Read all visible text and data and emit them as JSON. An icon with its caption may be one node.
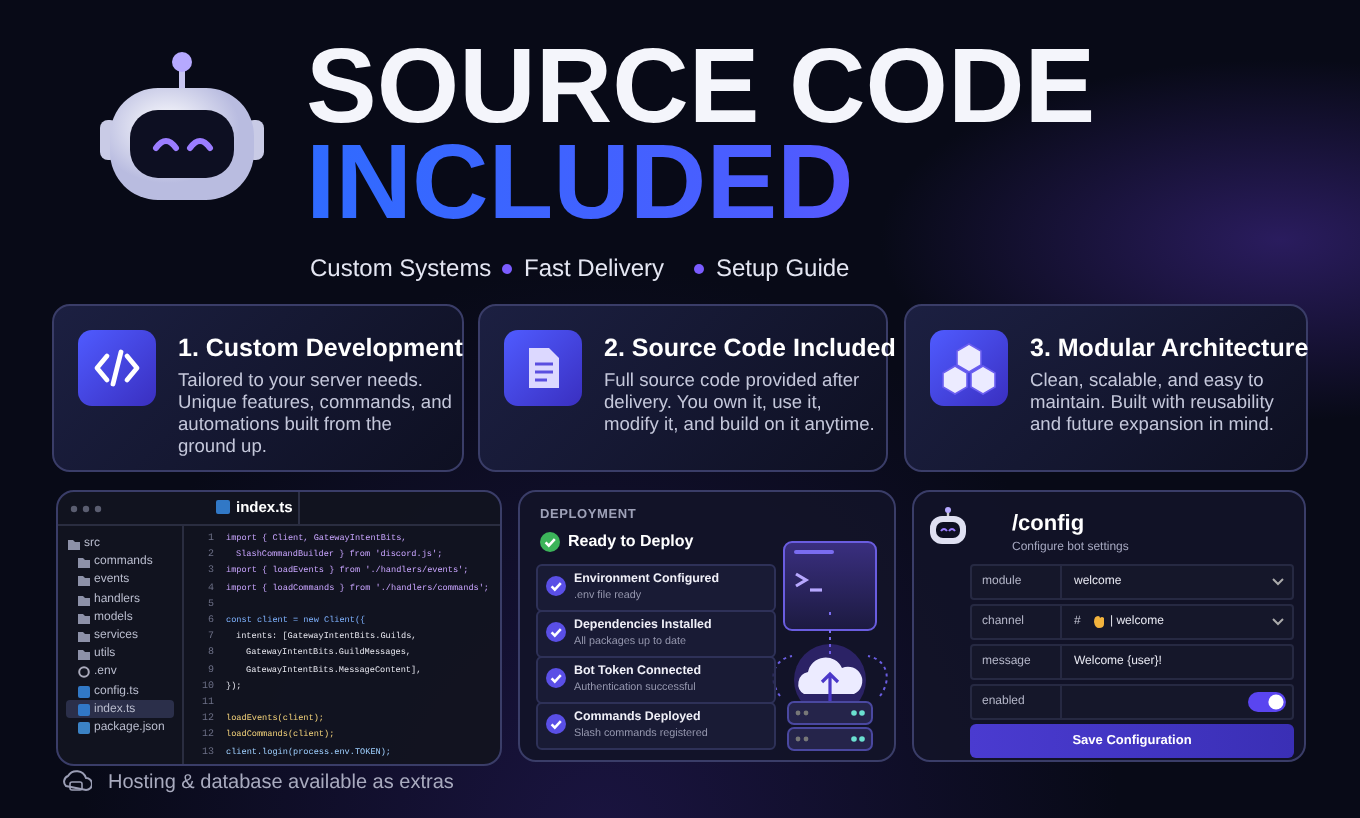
{
  "diagram": {
    "title": "SOURCE CODE INCLUDED",
    "nodes": [
      {
        "text": [
          "1. Custom Development",
          "Tailored to your server needs. Unique features, commands, and automations built from the ground up."
        ]
      },
      {
        "text": [
          "2. Source Code Included",
          "Full source code provided after delivery. You own it, use it, modify it, and build on it anytime."
        ]
      },
      {
        "text": [
          "3. Modular Architecture",
          "Clean, scalable, and easy to maintain. Built with reusability and future expansion in mind."
        ]
      },
      {
        "text": [
          "index.ts"
        ]
      },
      {
        "text": [
          "src",
          "commands",
          "events",
          "handlers",
          "models",
          "services",
          "utils",
          ".env",
          "config.ts",
          "index.ts",
          "package.json"
        ],
        "in": 3
      },
      {
        "text": [
          "import { Client, GatewayIntentBits,",
          "SlashCommandBuilder } from 'discord.js';",
          "import { loadEvents } from './handlers/events';",
          "import { loadCommands } from './handlers/commands';",
          "const client = new Client({",
          "intents: [GatewayIntentBits.Guilds,",
          "GatewayIntentBits.GuildMessages,",
          "GatewayIntentBits.MessageContent],",
          "});",
          "loadEvents(client);",
          "loadCommands(client);",
          "client.login(process.env.TOKEN);"
        ],
        "in": 3
      },
      {
        "text": [
          "DEPLOYMENT",
          "Ready to Deploy"
        ]
      },
      {
        "text": [
          "Environment Configured",
          ".env file ready"
        ],
        "in": 6
      },
      {
        "text": [
          "Dependencies Installed",
          "All packages up to date"
        ],
        "in": 6
      },
      {
        "text": [
          "Bot Token Connected",
          "Authentication successful"
        ],
        "in": 6
      },
      {
        "text": [
          "Commands Deployed",
          "Slash commands registered"
        ],
        "in": 6
      },
      {
        "text": [
          "/config",
          "Configure bot settings"
        ]
      },
      {
        "text": [
          "module",
          "welcome"
        ],
        "in": 11
      },
      {
        "text": [
          "channel",
          "#",
          "| welcome"
        ],
        "in": 11
      },
      {
        "text": [
          "message",
          "Welcome {user}!"
        ],
        "in": 11
      },
      {
        "text": [
          "enabled"
        ],
        "in": 11
      },
      {
        "text": [
          "Save Configuration"
        ],
        "in": 11
      }
    ],
    "labels": [
      "Custom Systems",
      "Fast Delivery",
      "Setup Guide",
      "1",
      "2",
      "3",
      "4",
      "5",
      "6",
      "7",
      "8",
      "9",
      "10",
      "11",
      "12",
      "12",
      "13",
      "Hosting & database available as extras"
    ]
  }
}
